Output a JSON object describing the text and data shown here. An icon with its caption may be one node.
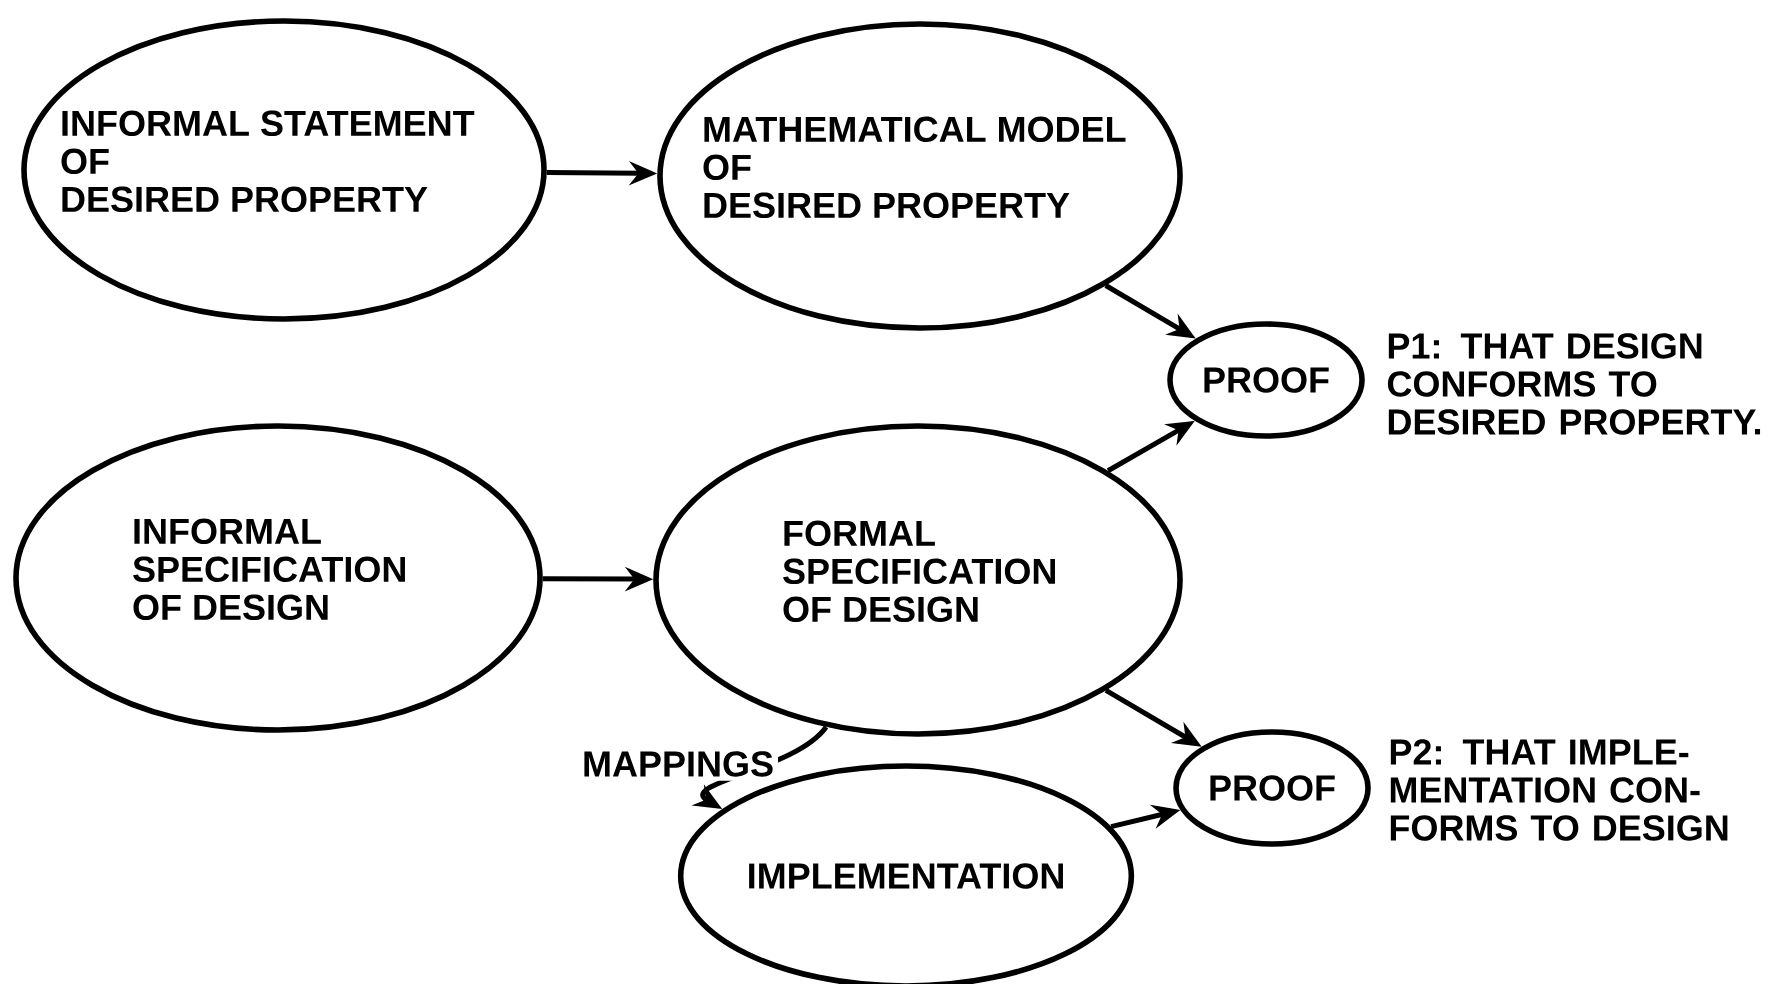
{
  "diagram": {
    "nodes": [
      {
        "text": [
          "INFORMAL STATEMENT OF DESIRED PROPERTY"
        ]
      },
      {
        "text": [
          "MATHEMATICAL MODEL OF DESIRED PROPERTY"
        ]
      },
      {
        "text": [
          "PROOF"
        ],
        "beside": [
          "P1: THAT DESIGN CONFORMS TO DESIRED PROPERTY."
        ]
      },
      {
        "text": [
          "INFORMAL SPECIFICATION OF DESIGN"
        ]
      },
      {
        "text": [
          "FORMAL SPECIFICATION OF DESIGN"
        ]
      },
      {
        "text": [
          "PROOF"
        ],
        "beside": [
          "P2: THAT IMPLE- MENTATION CON- FORMS TO DESIGN"
        ]
      },
      {
        "text": [
          "IMPLEMENTATION"
        ]
      }
    ],
    "edges": [
      {
        "from": 0,
        "to": 1,
        "arrow": "to"
      },
      {
        "from": 1,
        "to": 2,
        "arrow": "to"
      },
      {
        "from": 3,
        "to": 4,
        "arrow": "to"
      },
      {
        "from": 4,
        "to": 2,
        "arrow": "to"
      },
      {
        "from": 4,
        "to": 5,
        "arrow": "to"
      },
      {
        "from": 4,
        "to": 6,
        "arrow": "to",
        "label": "MAPPINGS"
      },
      {
        "from": 6,
        "to": 5,
        "arrow": "to"
      }
    ]
  }
}
